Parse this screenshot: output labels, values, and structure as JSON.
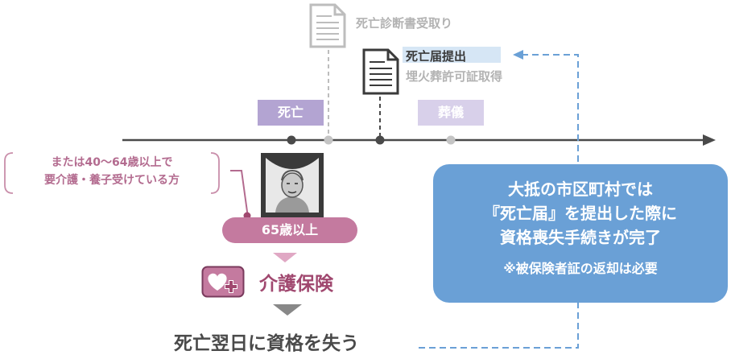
{
  "documents": {
    "certificate": "死亡診断書受取り",
    "notice": "死亡届提出",
    "permit": "埋火葬許可証取得"
  },
  "timeline": {
    "death": "死亡",
    "funeral": "葬儀"
  },
  "condition_note": {
    "line1": "または40〜64歳以上で",
    "line2": "要介護・養子受けている方"
  },
  "age_badge": "65歳以上",
  "insurance": {
    "title": "介護保険",
    "result": "死亡翌日に資格を失う"
  },
  "info_box": {
    "line1": "大抵の市区町村では",
    "line2": "『死亡届』を提出した際に",
    "line3": "資格喪失手続きが完了",
    "note": "※被保険者証の返却は必要"
  },
  "colors": {
    "purple": "#b3a4d2",
    "light_purple": "#d8d0ea",
    "pink": "#c47a9f",
    "dark_pink": "#a0486f",
    "blue": "#6aa0d6",
    "gray": "#bdbdbd",
    "dark": "#3a3a3a"
  },
  "icons": [
    "document-icon",
    "heart-plus-icon",
    "elderly-person-icon",
    "arrow-right-icon",
    "triangle-down-icon"
  ]
}
